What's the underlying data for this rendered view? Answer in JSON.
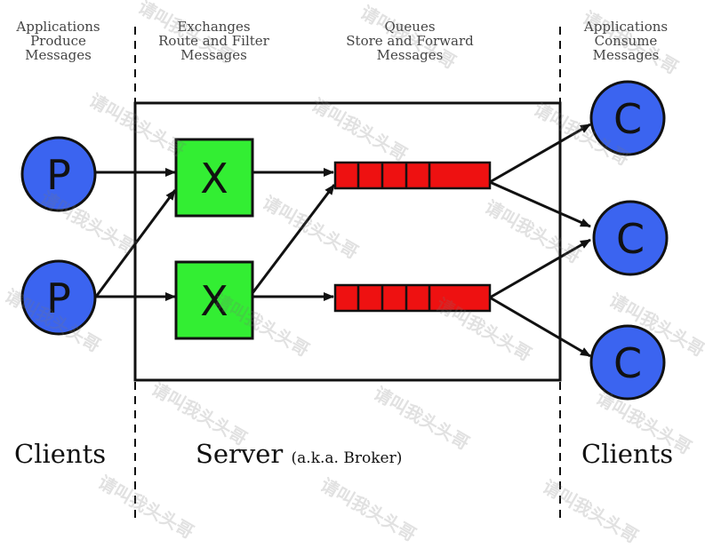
{
  "headers": {
    "producers": [
      "Applications",
      "Produce",
      "Messages"
    ],
    "exchanges": [
      "Exchanges",
      "Route and Filter",
      "Messages"
    ],
    "queues": [
      "Queues",
      "Store and Forward",
      "Messages"
    ],
    "consumers": [
      "Applications",
      "Consume",
      "Messages"
    ]
  },
  "labels": {
    "clients_left": "Clients",
    "server": "Server",
    "server_note": "(a.k.a. Broker)",
    "clients_right": "Clients"
  },
  "nodes": {
    "producer": "P",
    "exchange": "X",
    "consumer": "C"
  },
  "colors": {
    "producer_fill": "#3b64f0",
    "consumer_fill": "#3b64f0",
    "exchange_fill": "#33ee33",
    "queue_fill": "#ee1111",
    "stroke": "#111111"
  },
  "watermark": "请叫我头头哥"
}
